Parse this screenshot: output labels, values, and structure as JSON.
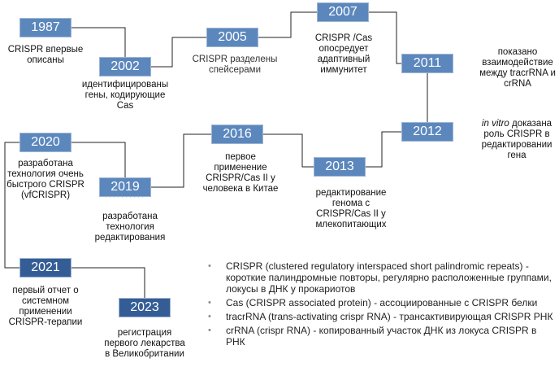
{
  "events": [
    {
      "year": "1987",
      "text": "CRISPR впервые описаны"
    },
    {
      "year": "2002",
      "text": "идентифицированы гены, кодирующие Cas"
    },
    {
      "year": "2005",
      "text": "CRISPR разделены спейсерами"
    },
    {
      "year": "2007",
      "text": "CRISPR /Cas опосредует адаптивный иммунитет"
    },
    {
      "year": "2011",
      "text": "показано взаимодействие между tracrRNA и crRNA"
    },
    {
      "year": "2012",
      "italic": "in vitro",
      "text": " доказана роль CRISPR в редактировании гена"
    },
    {
      "year": "2013",
      "text": "редактирование генома с CRISPR/Cas II у млекопитающих"
    },
    {
      "year": "2016",
      "text": "первое применение CRISPR/Cas II у человека в Китае"
    },
    {
      "year": "2019",
      "text": "разработана технология редактирования"
    },
    {
      "year": "2020",
      "text": "разработана технология очень быстрого CRISPR (vfCRISPR)"
    },
    {
      "year": "2021",
      "text": "первый отчет о системном применении CRISPR-терапии"
    },
    {
      "year": "2023",
      "text": "регистрация первого лекарства в Великобритании"
    }
  ],
  "legend": [
    "CRISPR (clustered regulatory interspaced short palindromic repeats) - короткие палиндромные повторы, регулярно расположенные группами, локусы в ДНК у прокариотов",
    "Cas  (CRISPR associated protein) - ассоциированные с CRISPR белки",
    "tracrRNA (trans-activating crispr RNA) - трансактивирующая CRISPR РНК",
    "crRNA (crispr RNA) - копированный участок ДНК из локуса CRISPR в РНК"
  ],
  "colors": {
    "box_fill": "#5b87bd",
    "box_fill_dark": "#345d95",
    "box_border": "#9fb6d2",
    "line": "#222222",
    "bullet": "#8a8a8a"
  }
}
